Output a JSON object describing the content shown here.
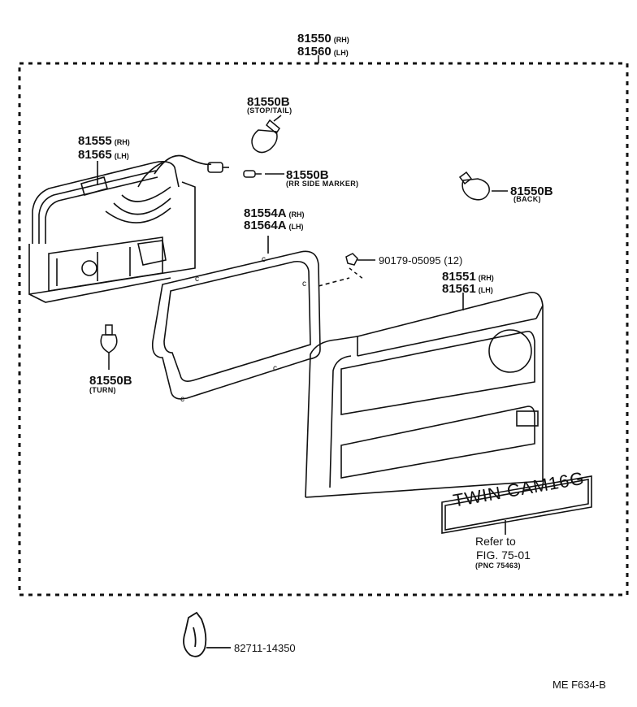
{
  "assembly": {
    "part_rh": "81550",
    "suffix_rh": "(RH)",
    "part_lh": "81560",
    "suffix_lh": "(LH)"
  },
  "bulb_stop": {
    "part": "81550B",
    "desc": "(STOP/TAIL)"
  },
  "socket": {
    "part_rh": "81555",
    "suffix_rh": "(RH)",
    "part_lh": "81565",
    "suffix_lh": "(LH)"
  },
  "bulb_marker": {
    "part": "81550B",
    "desc": "(RR SIDE  MARKER)"
  },
  "bulb_back": {
    "part": "81550B",
    "desc": "(BACK)"
  },
  "gasket": {
    "part_rh": "81554A",
    "suffix_rh": "(RH)",
    "part_lh": "81564A",
    "suffix_lh": "(LH)"
  },
  "nut": {
    "part": "90179-05095 (12)"
  },
  "lens": {
    "part_rh": "81551",
    "suffix_rh": "(RH)",
    "part_lh": "81561",
    "suffix_lh": "(LH)"
  },
  "bulb_turn": {
    "part": "81550B",
    "desc": "(TURN)"
  },
  "emblem": {
    "text": "TWIN CAM16G"
  },
  "refer": {
    "line1": "Refer to",
    "line2": "FIG. 75-01",
    "line3": "(PNC  75463)"
  },
  "clamp": {
    "part": "82711-14350"
  },
  "figure_id": "ME  F634-B"
}
